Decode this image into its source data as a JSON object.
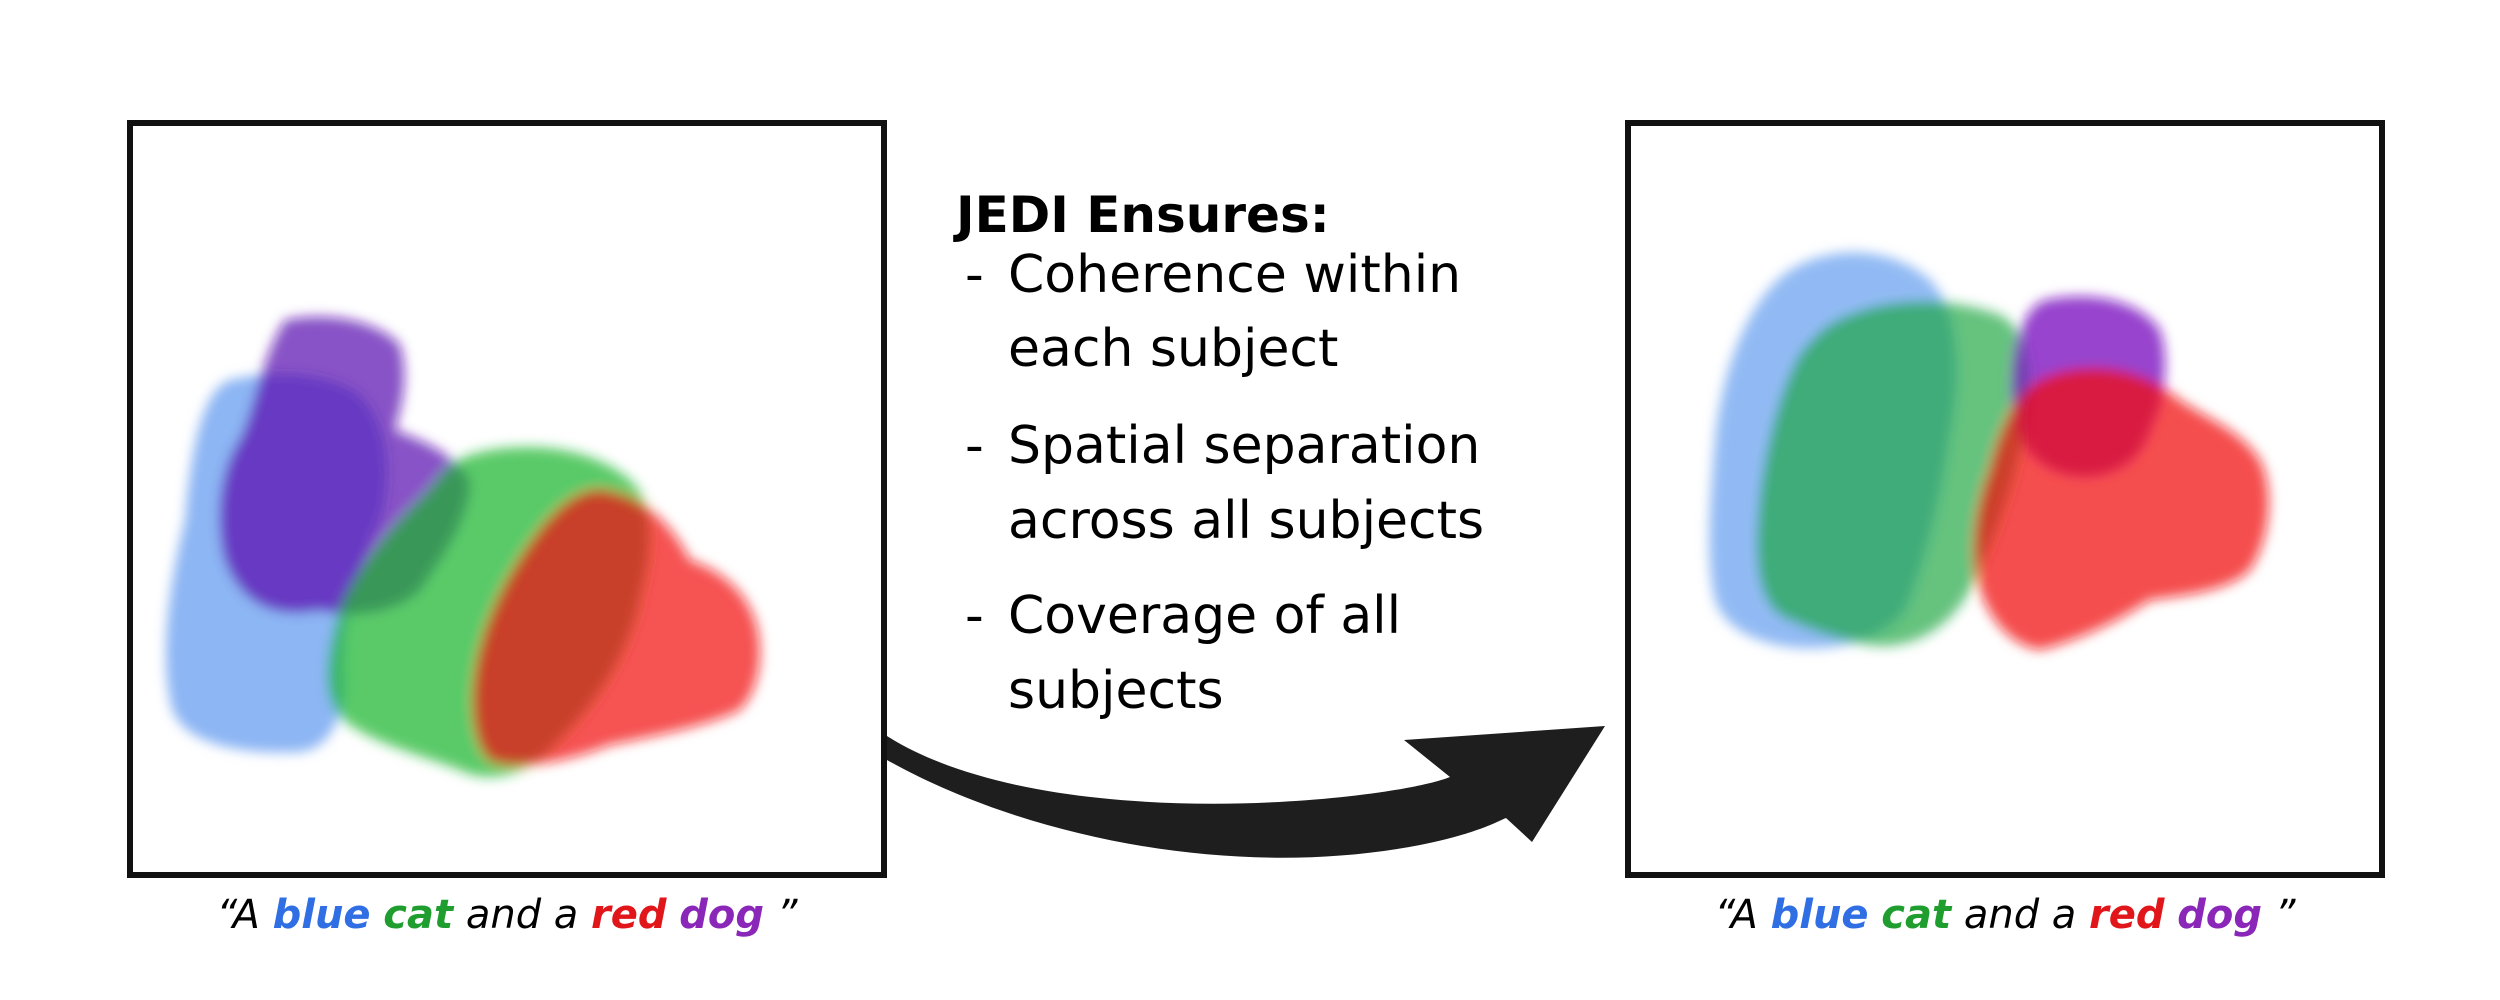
{
  "title": "JEDI Ensures:",
  "bullets": [
    {
      "dash": "-",
      "line1": "Coherence within",
      "line2": "each subject"
    },
    {
      "dash": "-",
      "line1": "Spatial separation",
      "line2": "across all subjects"
    },
    {
      "dash": "-",
      "line1": "Coverage of all",
      "line2": "subjects"
    }
  ],
  "captions": {
    "left": {
      "open_quote": "“A ",
      "w1": "blue",
      "w2": "cat",
      "mid": " and a ",
      "w3": "red",
      "w4": "dog",
      "close_quote": "”"
    },
    "right": {
      "open_quote": "“A ",
      "w1": "blue",
      "w2": "cat",
      "mid": " and a ",
      "w3": "red",
      "w4": "dog",
      "close_quote": "”"
    }
  },
  "colors": {
    "blue": "#2f6fe3",
    "green": "#1f9e2f",
    "red": "#e0161b",
    "purple": "#8a27b8",
    "frame": "#111111",
    "arrow": "#1e1e1e"
  }
}
